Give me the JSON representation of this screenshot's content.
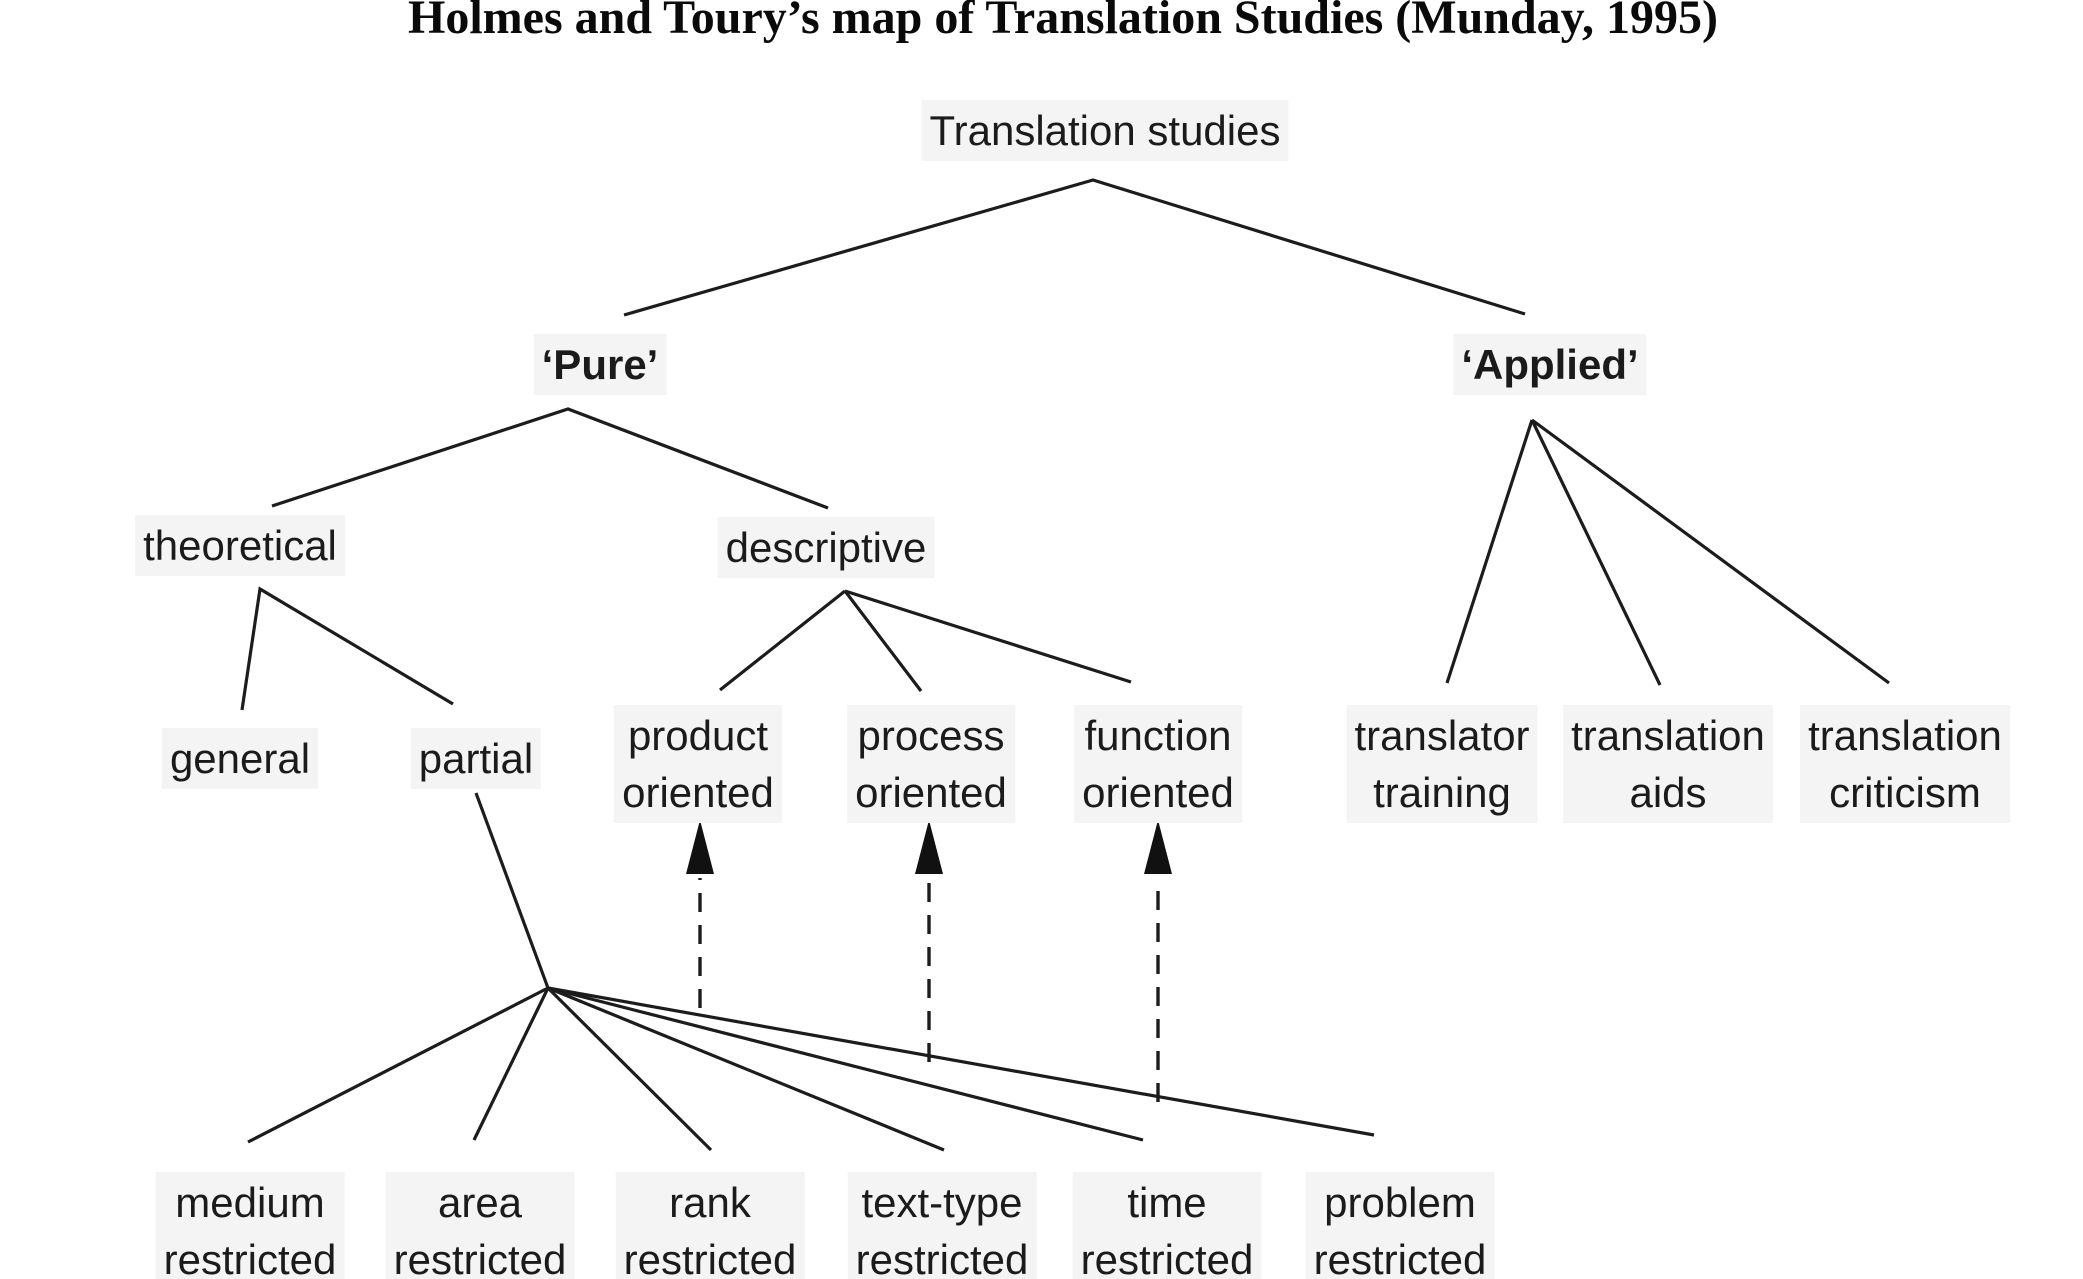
{
  "title": "Holmes and Toury’s map of Translation Studies (Munday, 1995)",
  "diagram": {
    "root": {
      "label": "Translation studies"
    },
    "branches": {
      "pure": {
        "label": "‘Pure’"
      },
      "applied": {
        "label": "‘Applied’"
      }
    },
    "pure_children": {
      "theoretical": {
        "label": "theoretical"
      },
      "descriptive": {
        "label": "descriptive"
      }
    },
    "theoretical_children": {
      "general": {
        "label": "general"
      },
      "partial": {
        "label": "partial"
      }
    },
    "descriptive_children": {
      "product": {
        "label": "product\noriented"
      },
      "process": {
        "label": "process\noriented"
      },
      "function": {
        "label": "function\noriented"
      }
    },
    "applied_children": {
      "translator_training": {
        "label": "translator\ntraining"
      },
      "translation_aids": {
        "label": "translation\naids"
      },
      "translation_criticism": {
        "label": "translation\ncriticism"
      }
    },
    "partial_children": {
      "medium": {
        "label": "medium\nrestricted"
      },
      "area": {
        "label": "area\nrestricted"
      },
      "rank": {
        "label": "rank\nrestricted"
      },
      "text_type": {
        "label": "text-type\nrestricted"
      },
      "time": {
        "label": "time\nrestricted"
      },
      "problem": {
        "label": "problem\nrestricted"
      }
    },
    "colors": {
      "background": "#ffffff",
      "line": "#1c1c1c",
      "text": "#1b1b1b"
    }
  }
}
